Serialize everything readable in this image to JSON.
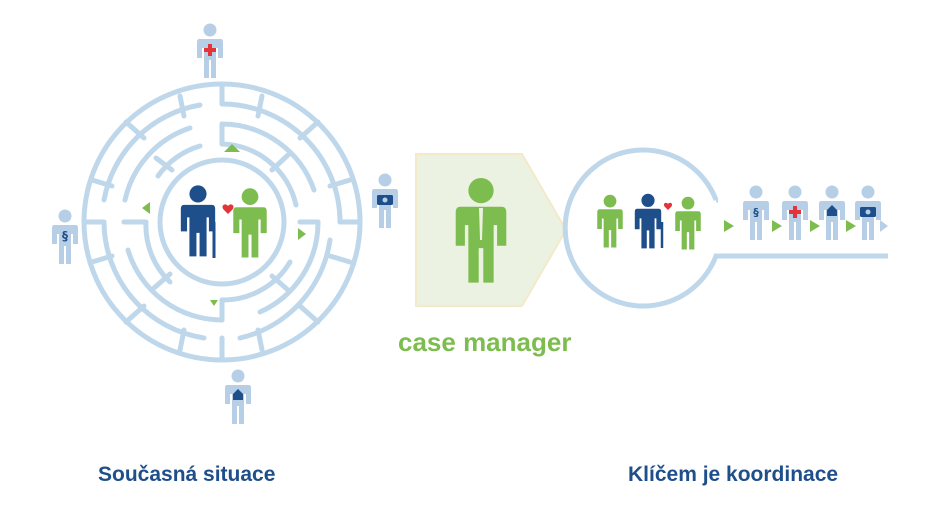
{
  "captions": {
    "current_situation": "Současná situace",
    "case_manager": "case manager",
    "key_is_coordination": "Klíčem je koordinace"
  },
  "icons": {
    "legal": "§",
    "medical": "+",
    "social": "money-icon",
    "home": "house-icon"
  },
  "colors": {
    "maze": "#bfd7ea",
    "light_person": "#b7cfe6",
    "dark_person": "#1f4f8a",
    "green_person": "#7dbd4f",
    "panel": "#ecf2e2",
    "arrow_green": "#7dbd4f",
    "heart": "#e2343b",
    "caption_blue": "#1f4f8a"
  }
}
